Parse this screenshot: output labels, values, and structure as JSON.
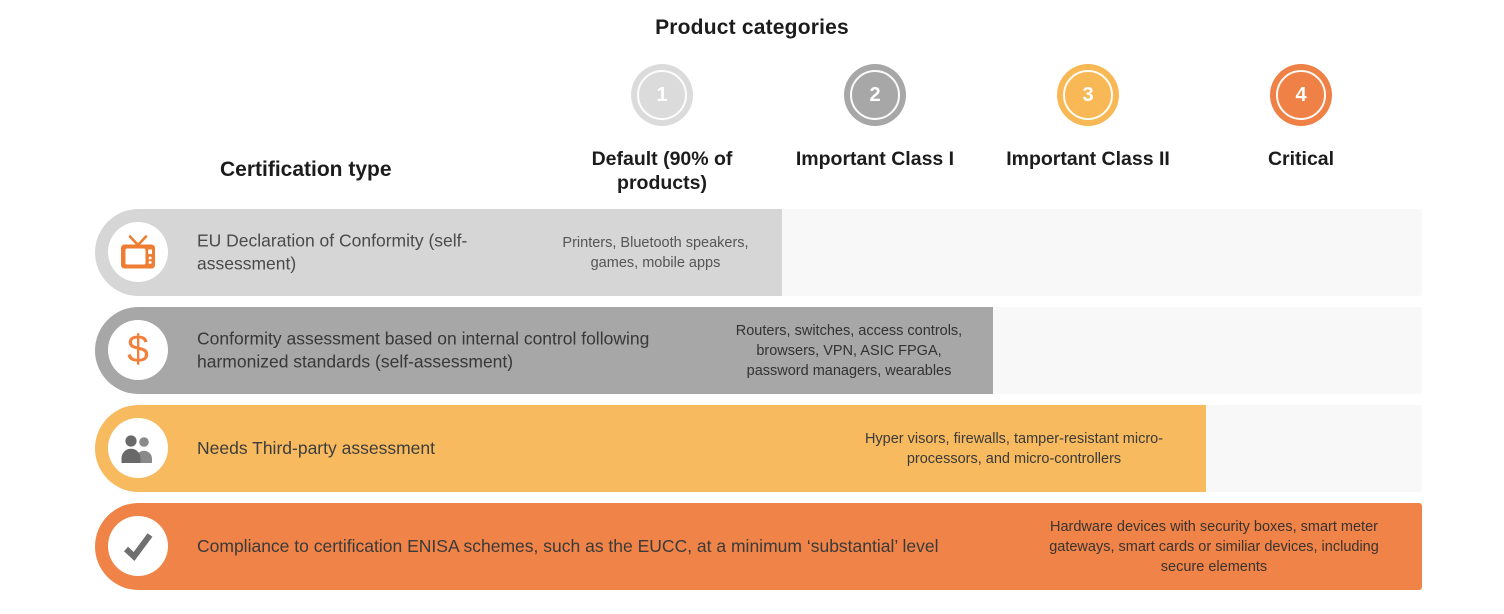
{
  "title": "Product categories",
  "left_header": "Certification type",
  "columns": [
    {
      "number": "1",
      "label": "Default (90% of products)",
      "circle_color": "#dbdbdb"
    },
    {
      "number": "2",
      "label": "Important Class I",
      "circle_color": "#a7a7a7"
    },
    {
      "number": "3",
      "label": "Important Class II",
      "circle_color": "#f8b855"
    },
    {
      "number": "4",
      "label": "Critical",
      "circle_color": "#ef8146"
    }
  ],
  "rows": [
    {
      "icon": "tv-icon",
      "certification": "EU Declaration of Conformity (self-assessment)",
      "products": "Printers, Bluetooth speakers, games, mobile apps",
      "bar_color": "#d6d6d6",
      "extends_to_column": 1
    },
    {
      "icon": "dollar-icon",
      "certification": "Conformity assessment based on internal control following harmonized standards (self-assessment)",
      "products": "Routers, switches, access controls, browsers, VPN, ASIC FPGA, password managers, wearables",
      "bar_color": "#a7a7a7",
      "extends_to_column": 2
    },
    {
      "icon": "people-icon",
      "certification": "Needs Third-party assessment",
      "products": "Hyper visors, firewalls, tamper-resistant micro-processors, and micro-controllers",
      "bar_color": "#f8ba5e",
      "extends_to_column": 3
    },
    {
      "icon": "check-icon",
      "certification": "Compliance to certification ENISA schemes, such as the EUCC, at a minimum ‘substantial’ level",
      "products": "Hardware devices with security boxes, smart meter gateways, smart cards or similiar devices, including secure elements",
      "bar_color": "#f08347",
      "extends_to_column": 4
    }
  ],
  "icons": {
    "dollar_glyph": "$"
  },
  "colors": {
    "background": "#ffffff",
    "track": "#f8f8f8",
    "icon_orange": "#ee7c33",
    "icon_gray": "#6b6b6b",
    "heading_text": "#1c1c1c"
  }
}
